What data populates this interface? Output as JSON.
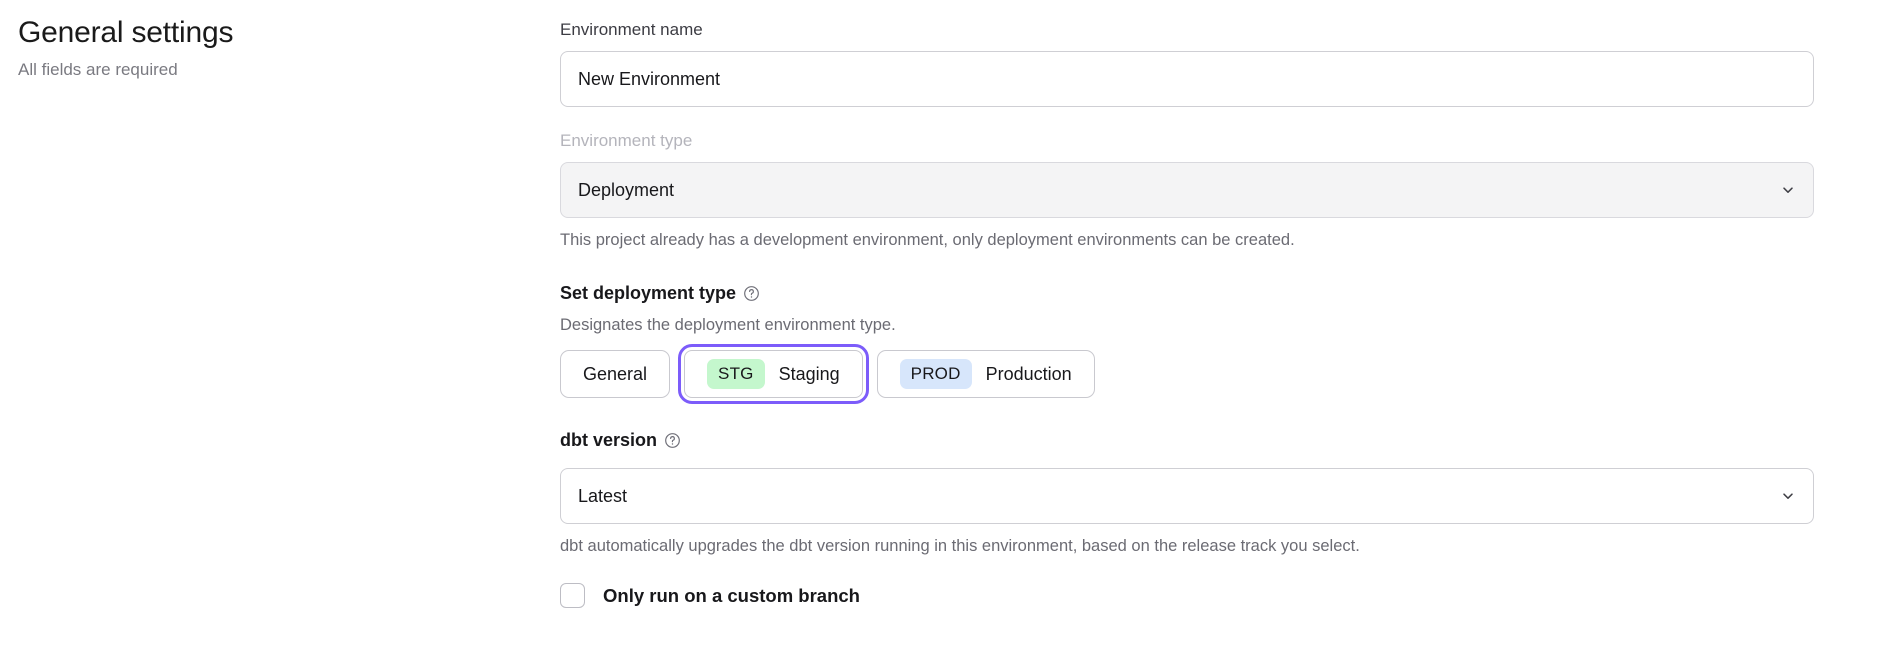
{
  "header": {
    "title": "General settings",
    "subtitle": "All fields are required"
  },
  "form": {
    "environment_name": {
      "label": "Environment name",
      "value": "New Environment",
      "placeholder": "Environment name"
    },
    "environment_type": {
      "label": "Environment type",
      "value": "Deployment",
      "disabled": true,
      "helper": "This project already has a development environment, only deployment environments can be created.",
      "chevron_icon": "chevron-down-icon"
    },
    "deployment_type": {
      "label": "Set deployment type",
      "help_icon": "question-circle-icon",
      "description": "Designates the deployment environment type.",
      "selected": "Staging",
      "options": [
        {
          "badge": "",
          "label": "General",
          "badge_color": ""
        },
        {
          "badge": "STG",
          "label": "Staging",
          "badge_color": "#c4f7cd"
        },
        {
          "badge": "PROD",
          "label": "Production",
          "badge_color": "#d7e6fb"
        }
      ]
    },
    "dbt_version": {
      "label": "dbt version",
      "help_icon": "question-circle-icon",
      "value": "Latest",
      "helper": "dbt automatically upgrades the dbt version running in this environment, based on the release track you select.",
      "chevron_icon": "chevron-down-icon"
    },
    "custom_branch": {
      "label": "Only run on a custom branch",
      "checked": false
    }
  },
  "colors": {
    "focus_ring": "#7c5cfa",
    "staging_badge": "#c4f7cd",
    "production_badge": "#d7e6fb",
    "text_primary": "#18181b",
    "text_muted": "#6b6b73",
    "border": "#cfcfd4"
  }
}
